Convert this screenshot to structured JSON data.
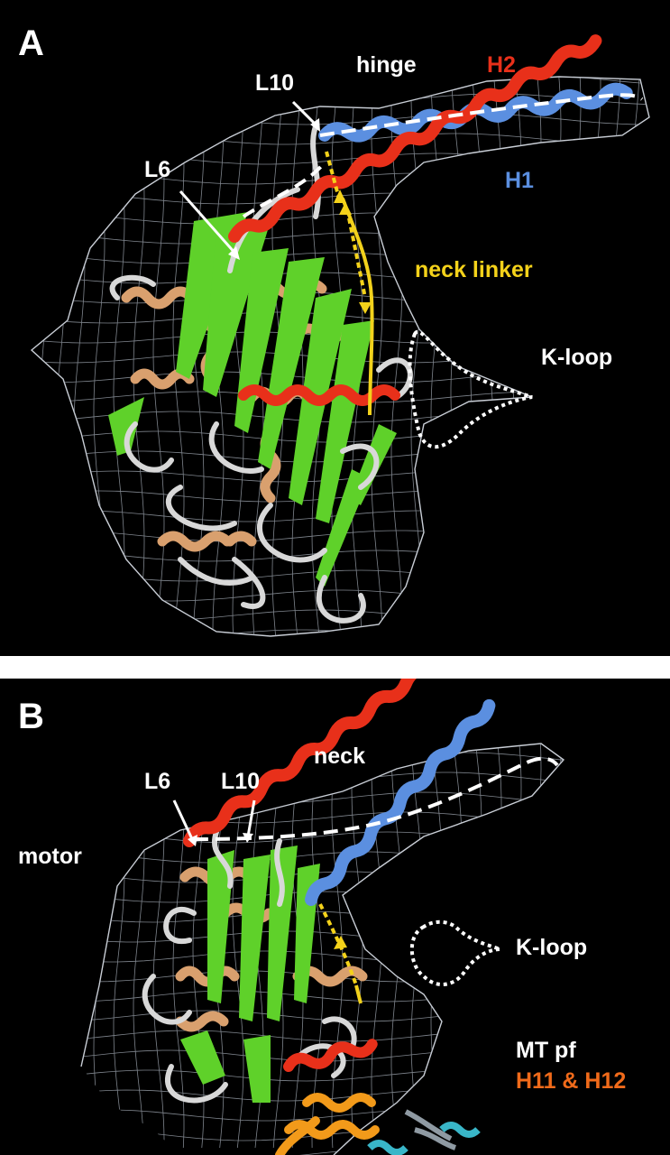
{
  "colors": {
    "background": "#000000",
    "mesh": "#c9ced6",
    "helix_h2": "#e8301a",
    "helix_h1": "#5b8fe0",
    "beta_strand": "#5fd12a",
    "alpha_helix_core": "#d9a06e",
    "loop": "#d8d8d8",
    "neck_linker": "#f2d21c",
    "microtubule_helix": "#f29a1a",
    "label_white": "#ffffff",
    "label_yellow": "#f4d21a",
    "label_red": "#e8301a",
    "label_blue": "#5b8fe0",
    "label_orange": "#f06a1a"
  },
  "panel_a": {
    "letter": "A",
    "labels": {
      "hinge": "hinge",
      "h2": "H2",
      "h1": "H1",
      "l10": "L10",
      "l6": "L6",
      "neck_linker": "neck linker",
      "k_loop": "K-loop"
    }
  },
  "panel_b": {
    "letter": "B",
    "labels": {
      "neck": "neck",
      "l6": "L6",
      "l10": "L10",
      "motor": "motor",
      "k_loop": "K-loop",
      "mt_pf": "MT pf",
      "h11_h12": "H11 & H12"
    }
  }
}
